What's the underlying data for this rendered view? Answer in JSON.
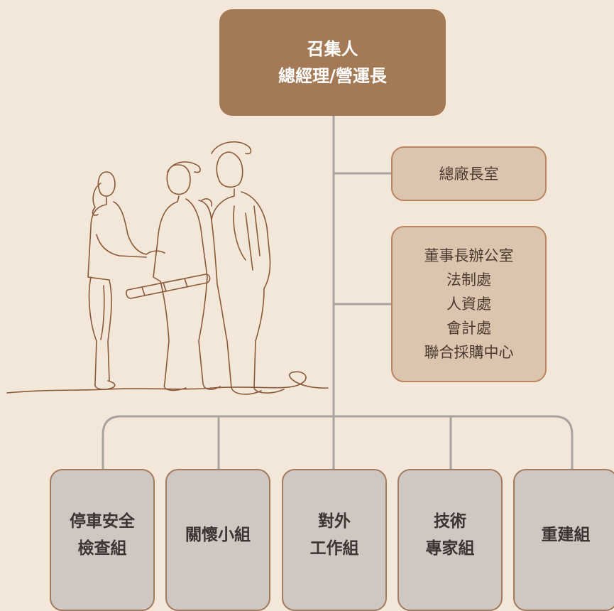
{
  "top": {
    "line1": "召集人",
    "line2": "總經理/營運長"
  },
  "side_units": [
    {
      "lines": [
        "總廠長室"
      ]
    },
    {
      "lines": [
        "董事長辦公室",
        "法制處",
        "人資處",
        "會計處",
        "聯合採購中心"
      ]
    }
  ],
  "groups": [
    {
      "lines": [
        "停車安全",
        "檢查組"
      ]
    },
    {
      "lines": [
        "關懷小組"
      ]
    },
    {
      "lines": [
        "對外",
        "工作組"
      ]
    },
    {
      "lines": [
        "技術",
        "專家組"
      ]
    },
    {
      "lines": [
        "重建組"
      ]
    }
  ],
  "colors": {
    "background": "#f3e7d9",
    "top_box": "#a47a56",
    "side_box": "#dcc5ae",
    "leaf_box": "#cfc7c1",
    "connector": "#a9a3a0",
    "illustration_stroke": "#8a5a3b"
  }
}
